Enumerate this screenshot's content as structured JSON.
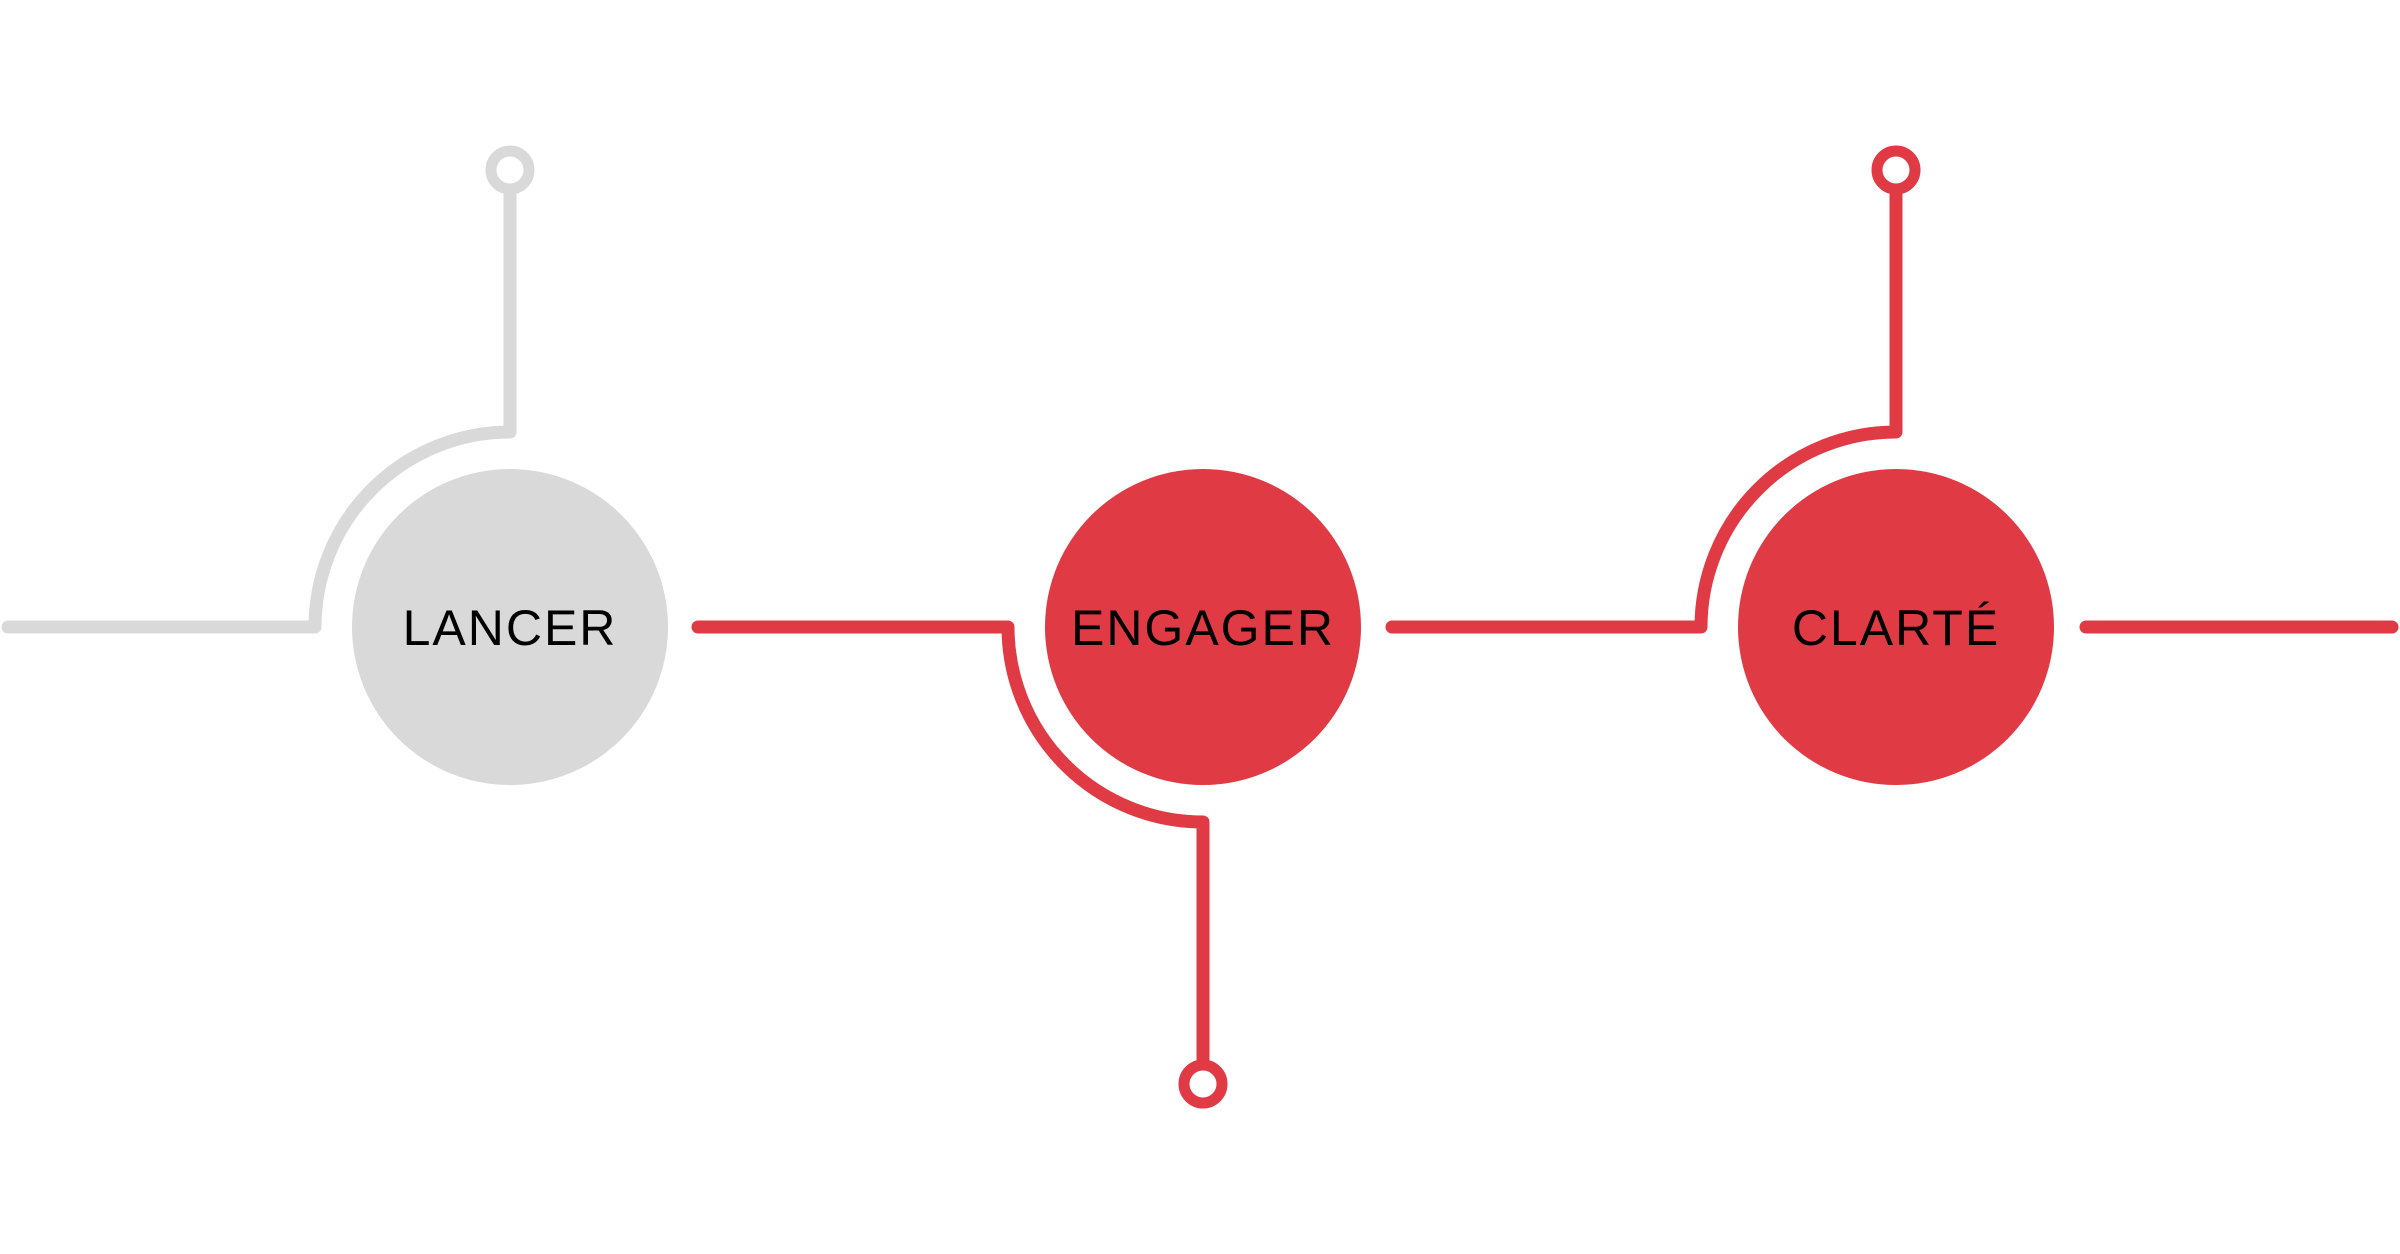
{
  "colors": {
    "inactive": "#d9d9d9",
    "active": "#e03a44",
    "label": "#000000",
    "background": "#ffffff"
  },
  "steps": [
    {
      "label": "LANCER",
      "state": "inactive"
    },
    {
      "label": "ENGAGER",
      "state": "active"
    },
    {
      "label": "CLARTÉ",
      "state": "active"
    }
  ]
}
